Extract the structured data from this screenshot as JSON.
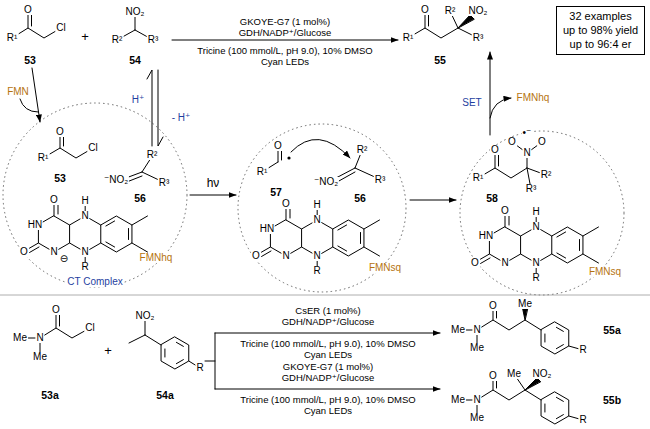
{
  "diagram": {
    "nodes": [
      {
        "text": [
          "32 examples up to 98% yield up to 96:4 er"
        ]
      }
    ],
    "labels": [
      "O",
      "R¹",
      "Cl",
      "53",
      "+",
      "NO₂",
      "R²",
      "R³",
      "54",
      "GKOYE-G7 (1 mol%)",
      "GDH/NADP⁺/Glucose",
      "Tricine (100 mmol/L, pH 9.0), 10% DMSO",
      "Cyan LEDs",
      "O",
      "R¹",
      "R²",
      "NO₂",
      "R³",
      "55",
      "FMN",
      "H⁺",
      "- H⁺",
      "O",
      "R¹",
      "Cl",
      "53",
      "⁻NO₂",
      "R²",
      "R³",
      "56",
      "O",
      "HN",
      "O",
      "N",
      "⊖",
      "H",
      "N",
      "N",
      "R",
      "CT Complex",
      "FMNhq",
      "hν",
      "O",
      "R¹",
      "57",
      "⁻NO₂",
      "R²",
      "R³",
      "56",
      "O",
      "HN",
      "O",
      "N",
      "H",
      "N",
      "N",
      "R",
      "FMNsq",
      "O",
      "R¹",
      "O",
      "•⁻",
      "O",
      "N",
      "R²",
      "R³",
      "58",
      "O",
      "HN",
      "O",
      "N",
      "H",
      "N",
      "N",
      "R",
      "FMNsq",
      "SET",
      "FMNhq",
      "Me",
      "N",
      "Me",
      "O",
      "Cl",
      "53a",
      "+",
      "NO₂",
      "R",
      "54a",
      "CsER (1 mol%)",
      "GDH/NADP⁺/Glucose",
      "Tricine (100 mmol/L, pH 9.0), 10% DMSO",
      "Cyan LEDs",
      "Me",
      "N",
      "Me",
      "O",
      "Me",
      "R",
      "55a",
      "GKOYE-G7 (1 mol%)",
      "GDH/NADP⁺/Glucose",
      "Tricine (100 mmol/L, pH 9.0), 10% DMSO",
      "Cyan LEDs",
      "Me",
      "N",
      "Me",
      "O",
      "Me",
      "NO₂",
      "R",
      "55b"
    ]
  }
}
